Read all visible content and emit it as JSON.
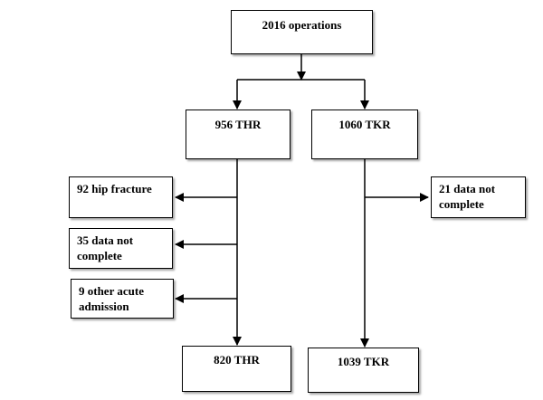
{
  "diagram": {
    "top": {
      "label": "2016 operations"
    },
    "left_branch": {
      "label": "956 THR",
      "exclusions": [
        {
          "label": "92 hip fracture"
        },
        {
          "label": "35 data not complete"
        },
        {
          "label": "9 other acute admission"
        }
      ],
      "result": {
        "label": "820 THR"
      }
    },
    "right_branch": {
      "label": "1060 TKR",
      "exclusions": [
        {
          "label": "21 data not complete"
        }
      ],
      "result": {
        "label": "1039 TKR"
      }
    }
  }
}
